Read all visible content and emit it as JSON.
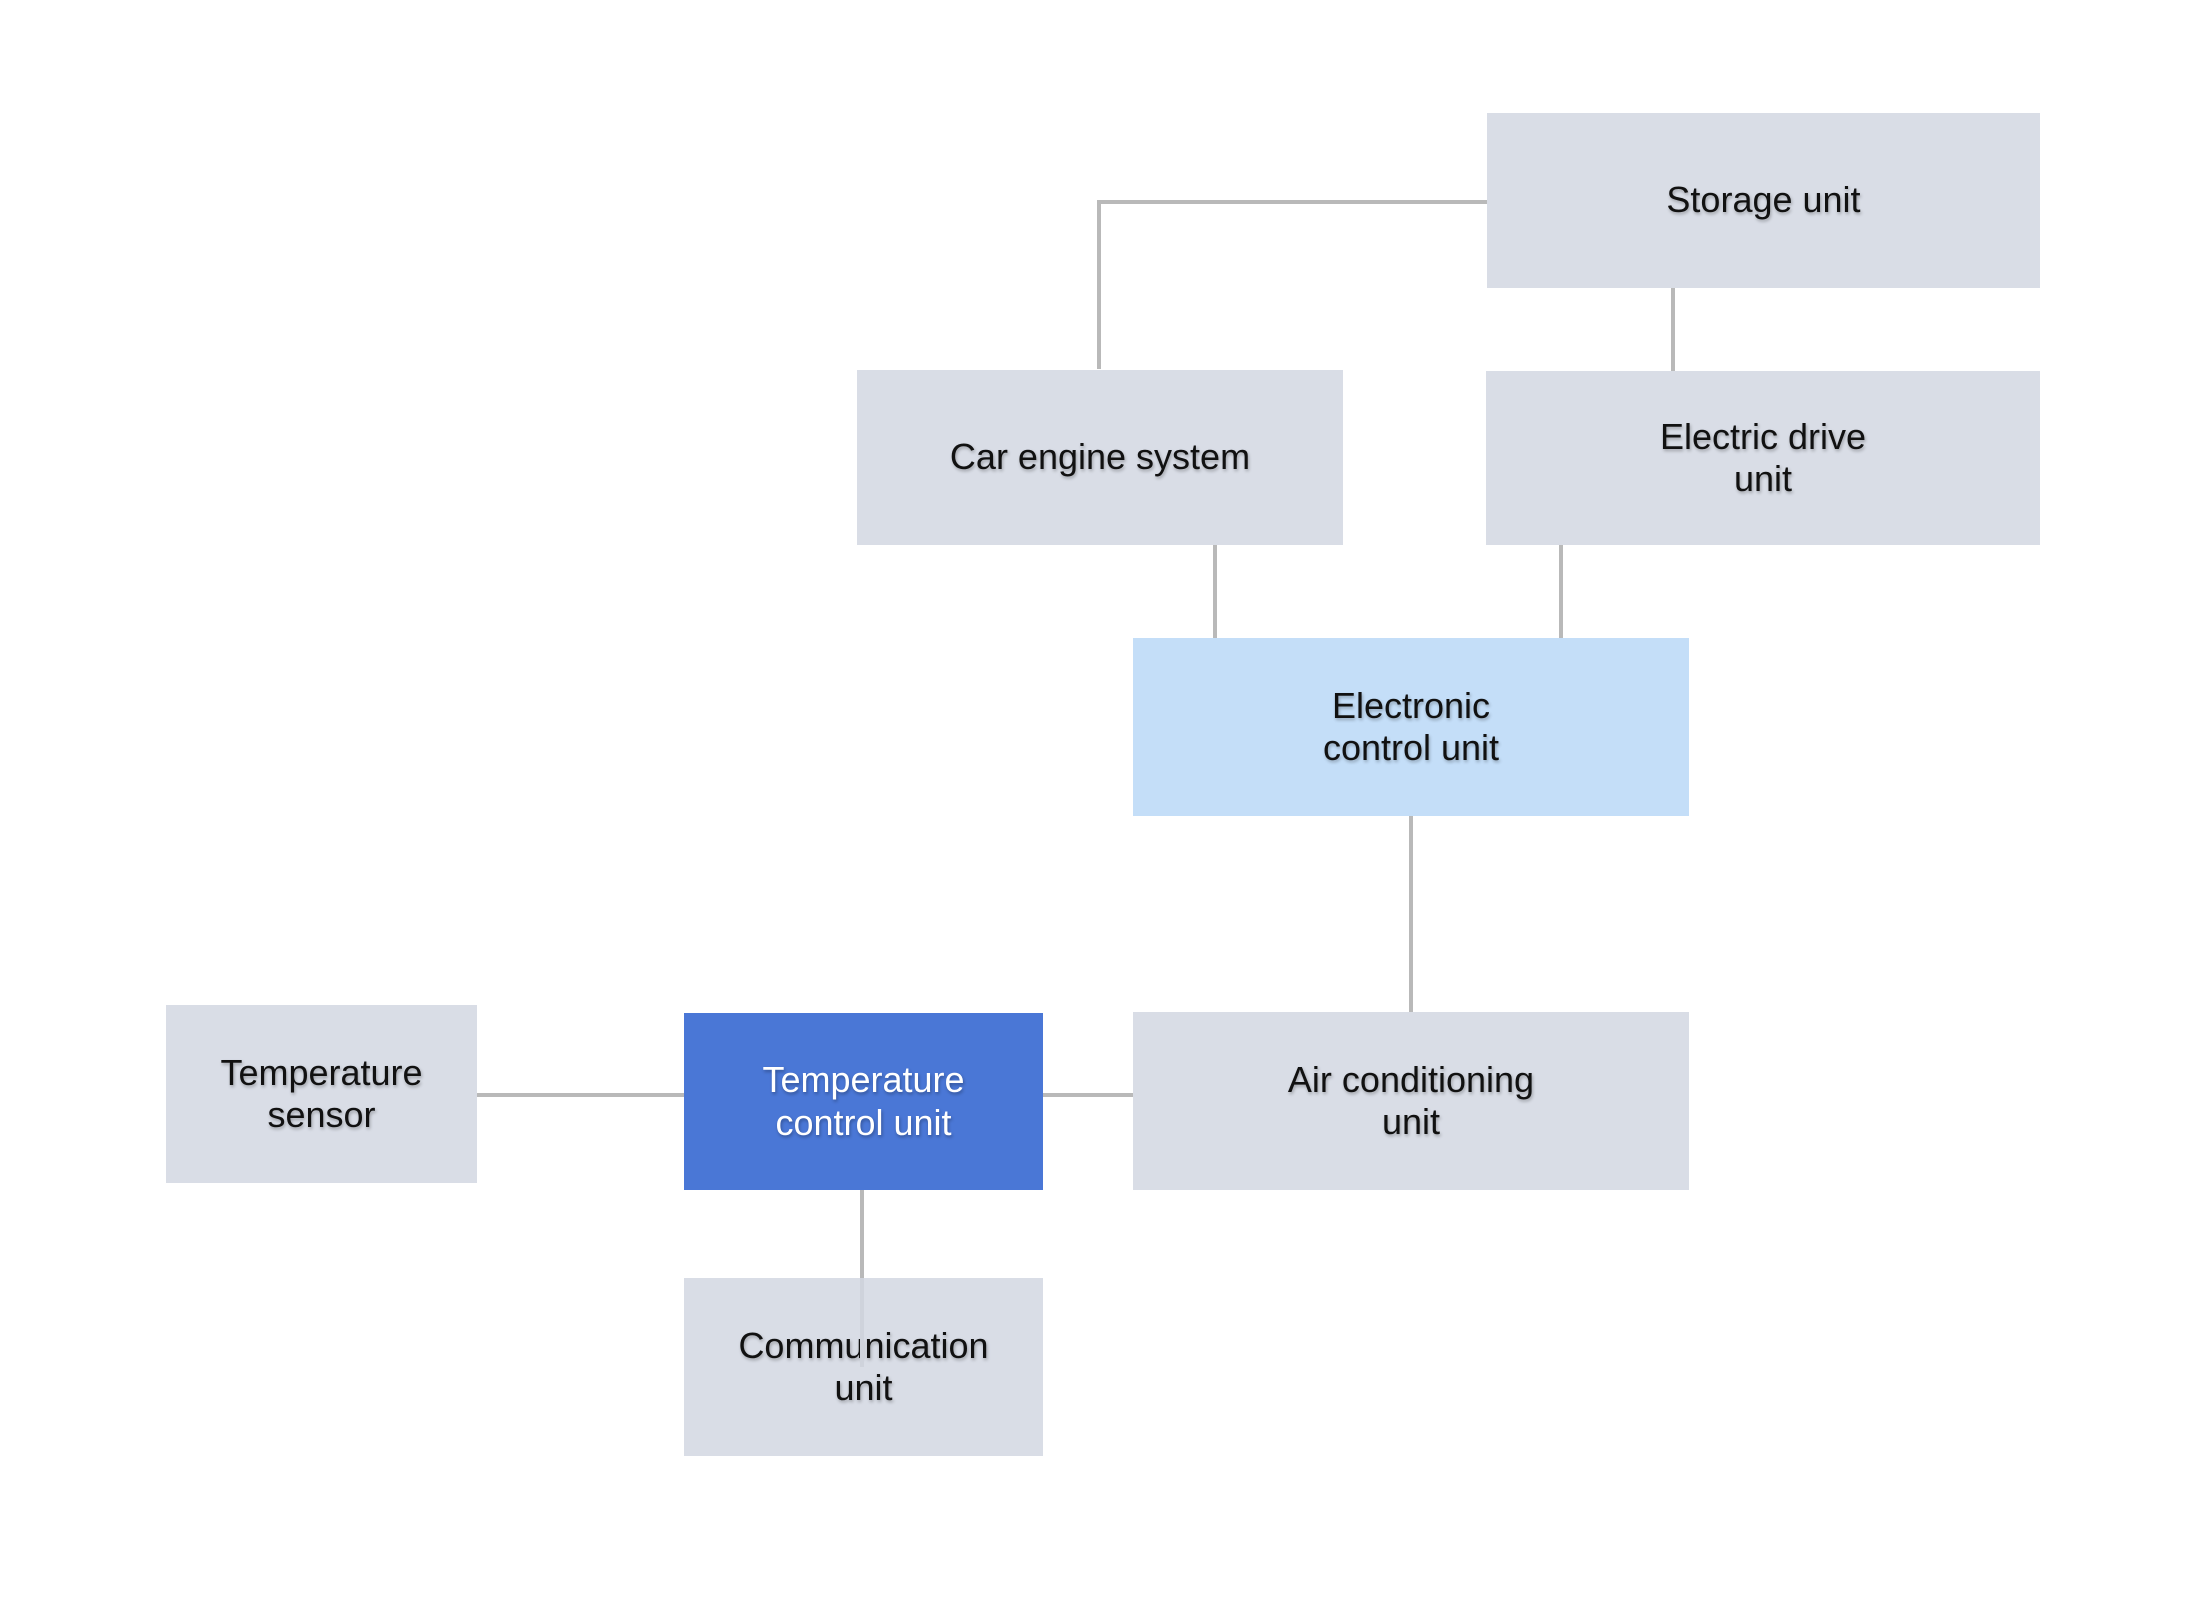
{
  "diagram": {
    "nodes": {
      "storage_unit": {
        "label": "Storage unit"
      },
      "car_engine_system": {
        "label": "Car engine system"
      },
      "electric_drive_unit": {
        "label": "Electric drive\nunit"
      },
      "electronic_control_unit": {
        "label": "Electronic\ncontrol unit"
      },
      "temperature_sensor": {
        "label": "Temperature\nsensor"
      },
      "temperature_control_unit": {
        "label": "Temperature\ncontrol unit"
      },
      "air_conditioning_unit": {
        "label": "Air conditioning\nunit"
      },
      "communication_unit": {
        "label": "Communication\nunit"
      }
    },
    "edges": [
      {
        "from": "storage_unit",
        "to": "car_engine_system"
      },
      {
        "from": "storage_unit",
        "to": "electric_drive_unit"
      },
      {
        "from": "car_engine_system",
        "to": "electronic_control_unit"
      },
      {
        "from": "electric_drive_unit",
        "to": "electronic_control_unit"
      },
      {
        "from": "electronic_control_unit",
        "to": "air_conditioning_unit"
      },
      {
        "from": "temperature_sensor",
        "to": "temperature_control_unit"
      },
      {
        "from": "temperature_control_unit",
        "to": "air_conditioning_unit"
      },
      {
        "from": "temperature_control_unit",
        "to": "communication_unit"
      }
    ],
    "colors": {
      "node_default": "#d9dde6",
      "node_highlight_light": "#c4def8",
      "node_highlight_strong": "#4a77d6",
      "connector": "#b9b9b9",
      "connector_faint": "#cfd3dc",
      "text_dark": "#111111",
      "text_light": "#ffffff",
      "background": "#ffffff"
    }
  }
}
